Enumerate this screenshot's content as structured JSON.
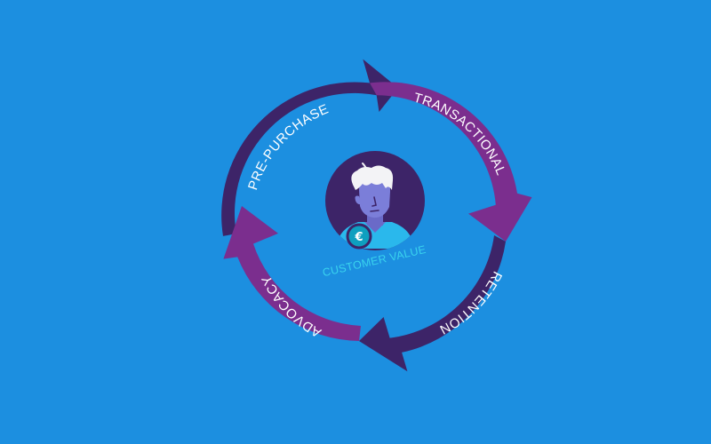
{
  "diagram": {
    "segments": [
      {
        "id": "pre-purchase",
        "label": "PRE-PURCHASE",
        "color": "#3d2468"
      },
      {
        "id": "transactional",
        "label": "TRANSACTIONAL",
        "color": "#7b2e8e"
      },
      {
        "id": "retention",
        "label": "RETENTION",
        "color": "#3d2468"
      },
      {
        "id": "advocacy",
        "label": "ADVOCACY",
        "color": "#7b2e8e"
      }
    ],
    "center": {
      "label": "CUSTOMER VALUE",
      "badge_symbol": "€",
      "avatar_icon": "customer-avatar"
    },
    "colors": {
      "background": "#1c8fe0",
      "dark_purple": "#3d2468",
      "magenta": "#7b2e8e",
      "label_cyan": "#39d3ee",
      "badge": "#0e9fbf"
    }
  }
}
